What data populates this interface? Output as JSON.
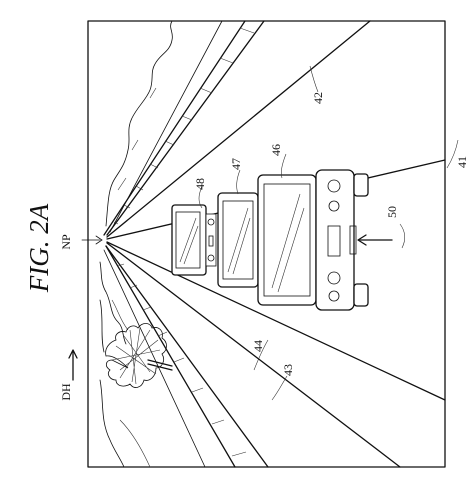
{
  "figure": {
    "title": "FIG. 2A",
    "labels": {
      "np": "NP",
      "dh": "DH",
      "frame": "41",
      "far_line": "42",
      "near_line": "43",
      "lane_line": "44",
      "vehicle_near": "46",
      "vehicle_mid": "47",
      "vehicle_far": "48",
      "arrow": "50"
    }
  }
}
